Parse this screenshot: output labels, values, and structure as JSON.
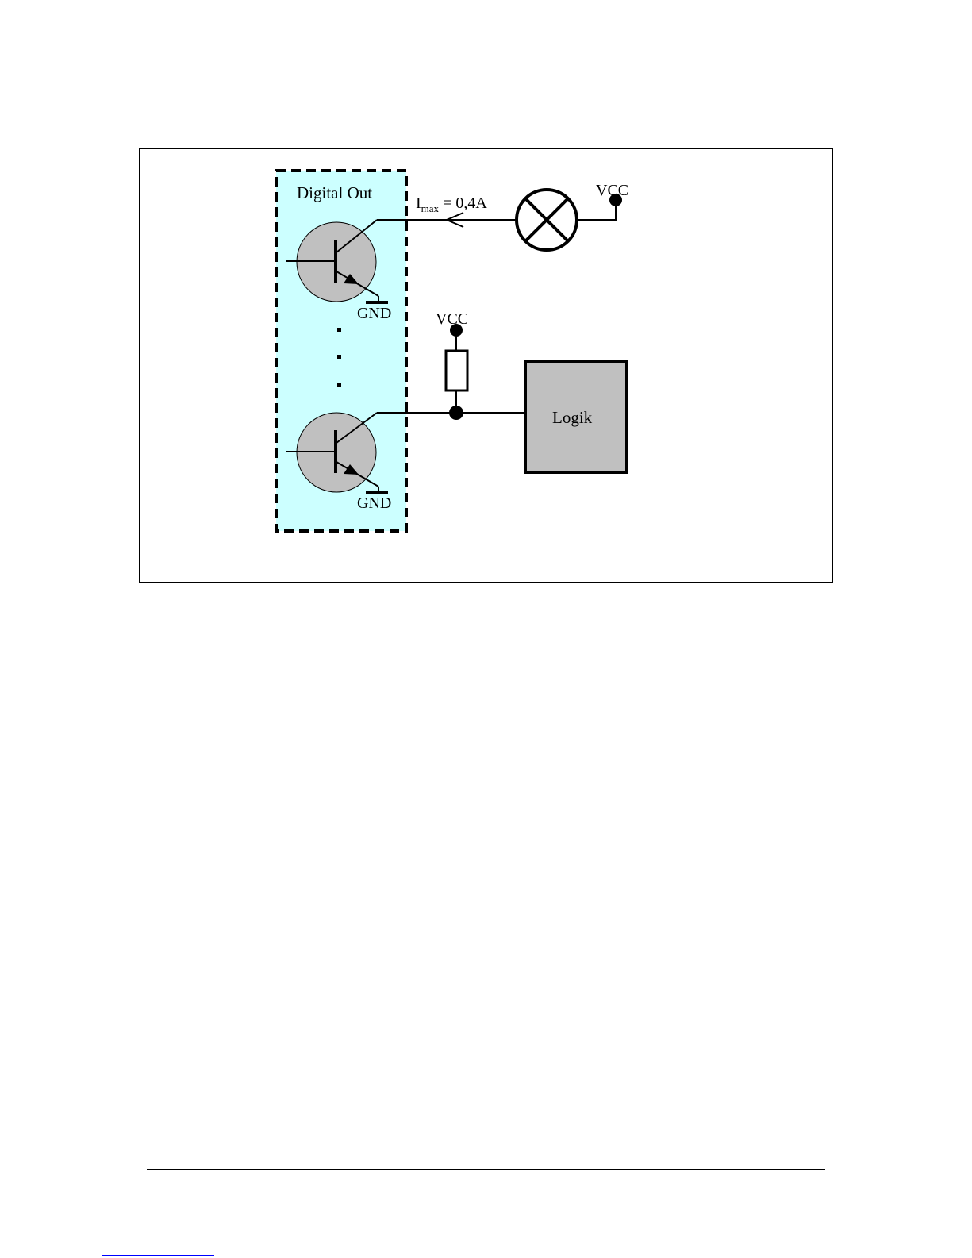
{
  "diagram": {
    "module_label": "Digital Out",
    "current_label_main": "I",
    "current_label_sub": "max",
    "current_label_value": " = 0,4A",
    "vcc_label_lamp": "VCC",
    "vcc_label_resistor": "VCC",
    "gnd_label_top": "GND",
    "gnd_label_bottom": "GND",
    "logic_label": "Logik"
  },
  "colors": {
    "module_fill": "#ccffff",
    "transistor_fill": "#c0c0c0",
    "logic_fill": "#c0c0c0",
    "line": "#000000"
  }
}
